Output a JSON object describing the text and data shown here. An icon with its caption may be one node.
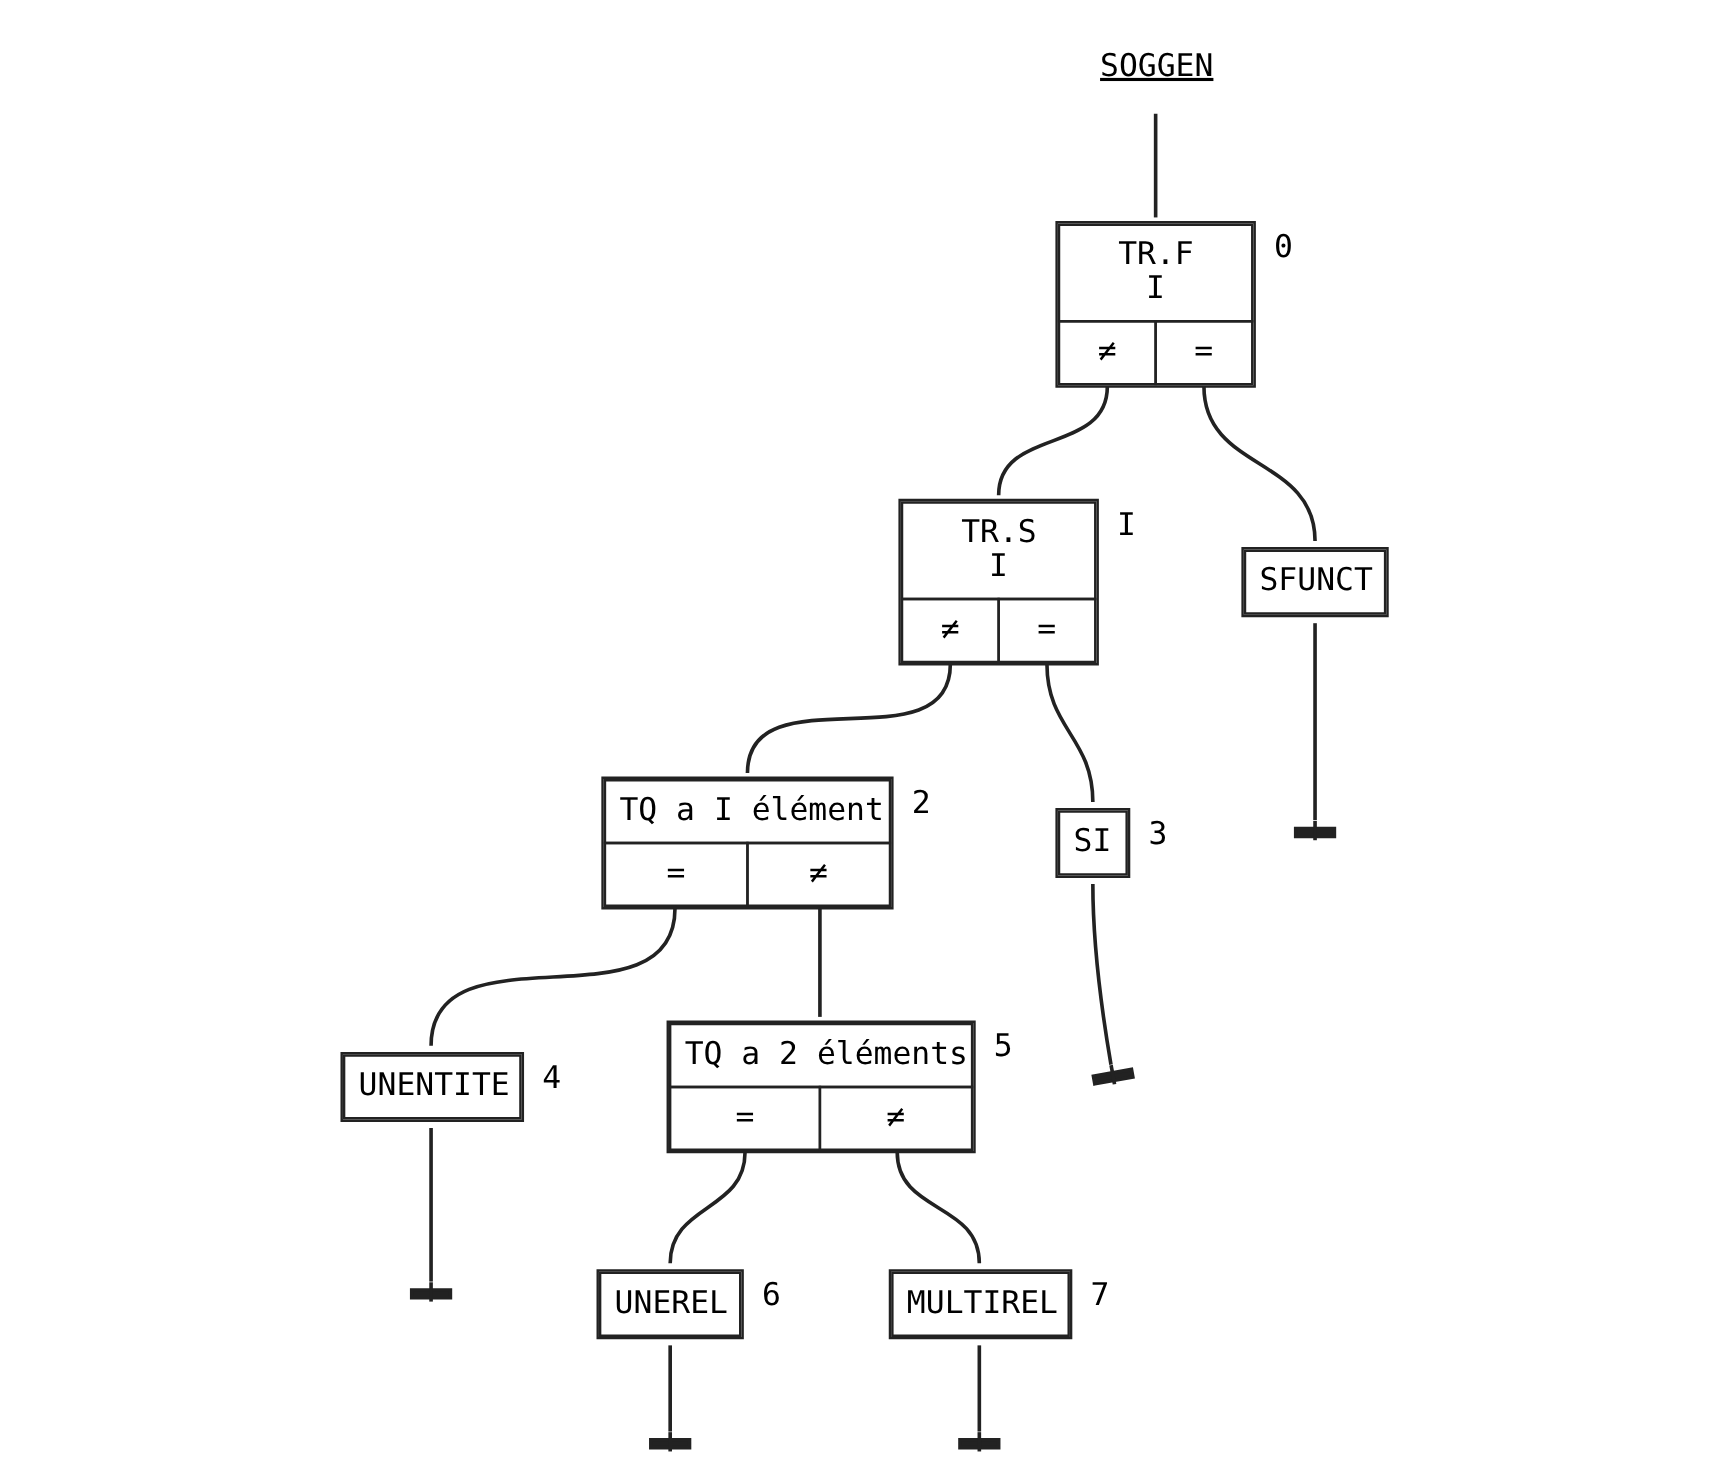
{
  "diagram": {
    "nodes": [
      {
        "text": [
          "SOGGEN"
        ]
      },
      {
        "text": [
          "TR.F",
          "I",
          "≠",
          "="
        ],
        "beside": [
          "0"
        ]
      },
      {
        "text": [
          "SFUNCT"
        ]
      },
      {
        "text": [
          "TR.S",
          "I",
          "≠",
          "="
        ],
        "beside": [
          "I"
        ]
      },
      {
        "text": [
          "SI"
        ],
        "beside": [
          "3"
        ]
      },
      {
        "text": [
          "TQ a I élément",
          "=",
          "≠"
        ],
        "beside": [
          "2"
        ]
      },
      {
        "text": [
          "UNENTITE"
        ],
        "beside": [
          "4"
        ]
      },
      {
        "text": [
          "TQ a 2 éléments",
          "=",
          "≠"
        ],
        "beside": [
          "5"
        ]
      },
      {
        "text": [
          "UNEREL"
        ],
        "beside": [
          "6"
        ]
      },
      {
        "text": [
          "MULTIREL"
        ],
        "beside": [
          "7"
        ]
      }
    ],
    "edges": [
      {
        "from": 0,
        "to": 1,
        "arrow": "none"
      },
      {
        "from": 1,
        "to": 3,
        "arrow": "none"
      },
      {
        "from": 1,
        "to": 2,
        "arrow": "none"
      },
      {
        "from": 2,
        "to": null,
        "arrow": "other"
      },
      {
        "from": 3,
        "to": 5,
        "arrow": "none"
      },
      {
        "from": 3,
        "to": 4,
        "arrow": "none"
      },
      {
        "from": 4,
        "to": null,
        "arrow": "other"
      },
      {
        "from": 5,
        "to": 6,
        "arrow": "none"
      },
      {
        "from": 5,
        "to": 7,
        "arrow": "none"
      },
      {
        "from": 6,
        "to": null,
        "arrow": "other"
      },
      {
        "from": 7,
        "to": 8,
        "arrow": "none"
      },
      {
        "from": 7,
        "to": 9,
        "arrow": "none"
      },
      {
        "from": 8,
        "to": null,
        "arrow": "other"
      },
      {
        "from": 9,
        "to": null,
        "arrow": "other"
      }
    ]
  }
}
